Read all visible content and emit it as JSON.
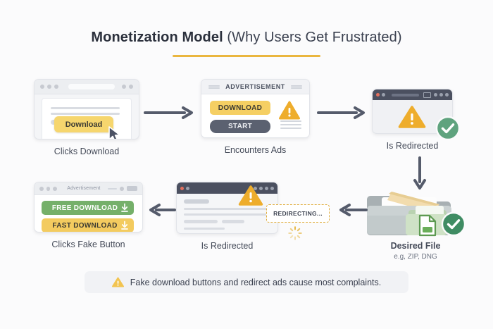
{
  "header": {
    "title_bold": "Monetization Model",
    "title_regular": "(Why Users Get Frustrated)",
    "accent_color": "#eab63f"
  },
  "colors": {
    "background": "#fbfbfc",
    "arrow": "#555b6b",
    "yellow": "#f5cf63",
    "green": "#75b06a",
    "check_green": "#5fa37e",
    "dark_slate": "#4b5060",
    "warning_amber": "#eead2c"
  },
  "flow": {
    "steps": [
      {
        "id": "clicks-download",
        "label": "Clicks Download",
        "sublabel": "",
        "button_label": "Download",
        "icon": "cursor-icon"
      },
      {
        "id": "encounters-ads",
        "label": "Encounters Ads",
        "sublabel": "",
        "ad_header": "ADVERTISEMENT",
        "primary_button": "DOWNLOAD",
        "secondary_button": "START",
        "icon": "warning-triangle-icon"
      },
      {
        "id": "is-redirected-top",
        "label": "Is Redirected",
        "sublabel": "",
        "icon": "warning-triangle-icon",
        "badge": "check-badge-icon"
      },
      {
        "id": "desired-file",
        "label": "Desired File",
        "sublabel": "e.g, ZIP, DNG",
        "icon": "folder-file-icon",
        "badge": "check-badge-icon"
      },
      {
        "id": "is-redirected-bottom",
        "label": "Is Redirected",
        "sublabel": "",
        "status_chip": "REDIRECTING...",
        "icon": "warning-triangle-icon",
        "spinner": "loading-spinner-icon"
      },
      {
        "id": "clicks-fake-button",
        "label": "Clicks Fake Button",
        "sublabel": "",
        "window_header": "Advertisement",
        "free_button": "FREE DOWNLOAD",
        "fast_button": "FAST DOWNLOAD",
        "icon": "download-arrow-icon"
      }
    ]
  },
  "footer": {
    "icon": "warning-triangle-icon",
    "note": "Fake download buttons and redirect ads cause most complaints."
  }
}
